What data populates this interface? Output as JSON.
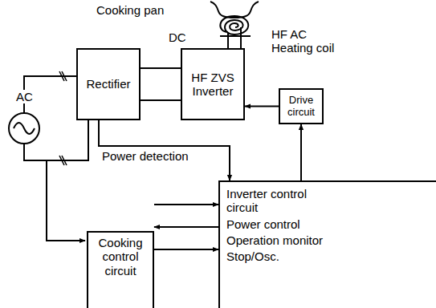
{
  "diagram": {
    "nodes": [
      {
        "text": [
          "Rectifier"
        ]
      },
      {
        "text": [
          "HF ZVS Inverter"
        ]
      },
      {
        "text": [
          "Drive circuit"
        ]
      },
      {
        "text": [
          "Inverter control circuit",
          "Power control",
          "Operation monitor",
          "Stop/Osc."
        ]
      },
      {
        "text": [
          "Cooking control circuit"
        ]
      }
    ],
    "edges": [
      {
        "from": 0,
        "to": 1,
        "arrow": "none"
      },
      {
        "from": 0,
        "to": 1,
        "arrow": "none"
      },
      {
        "from": 2,
        "to": 1,
        "arrow": "to"
      },
      {
        "from": 3,
        "to": 2,
        "arrow": "to"
      },
      {
        "from": 0,
        "to": 3,
        "label": "Power detection",
        "arrow": "to"
      },
      {
        "from": 4,
        "to": 3,
        "arrow": "to"
      },
      {
        "from": 3,
        "to": 4,
        "arrow": "to"
      },
      {
        "from": 4,
        "to": 3,
        "arrow": "to"
      }
    ],
    "labels": [
      "Cooking pan",
      "DC",
      "HF AC Heating coil",
      "AC"
    ]
  }
}
